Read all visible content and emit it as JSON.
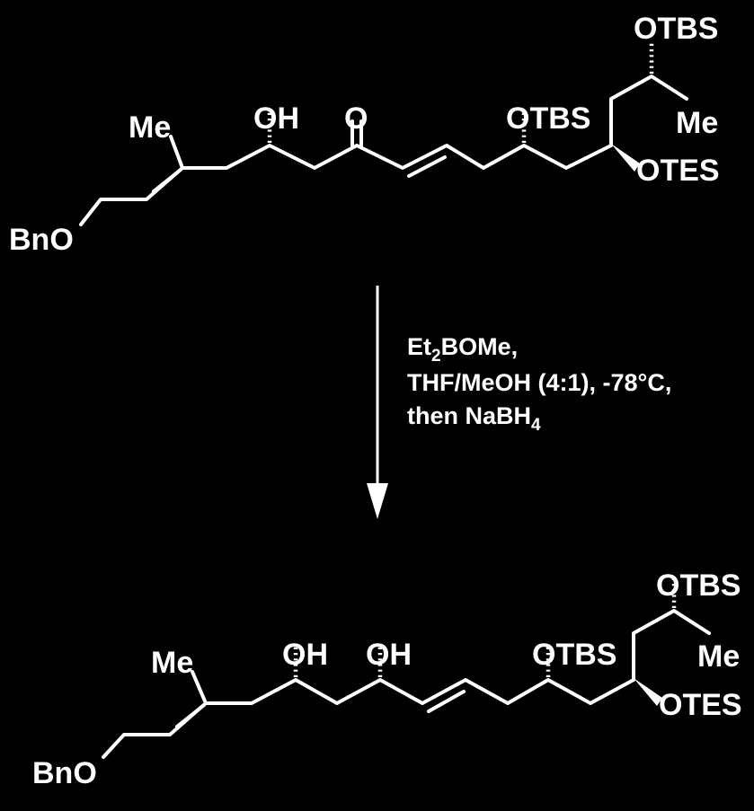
{
  "reactant": {
    "groups": {
      "otbs_top": "OTBS",
      "me_side": "Me",
      "oh": "OH",
      "ketone_o": "O",
      "otbs_mid": "OTBS",
      "me_allyl": "Me",
      "otes": "OTES",
      "bno": "BnO"
    }
  },
  "conditions": {
    "line1_main": "Et",
    "line1_sub": "2",
    "line1_rest": "BOMe,",
    "line2": "THF/MeOH (4:1), -78°C,",
    "line3_main": "then NaBH",
    "line3_sub": "4"
  },
  "product": {
    "groups": {
      "otbs_top": "OTBS",
      "me_side": "Me",
      "oh1": "OH",
      "oh2": "OH",
      "otbs_mid": "OTBS",
      "me_allyl": "Me",
      "otes": "OTES",
      "bno": "BnO"
    }
  },
  "colors": {
    "background": "#000000",
    "foreground": "#ffffff"
  }
}
